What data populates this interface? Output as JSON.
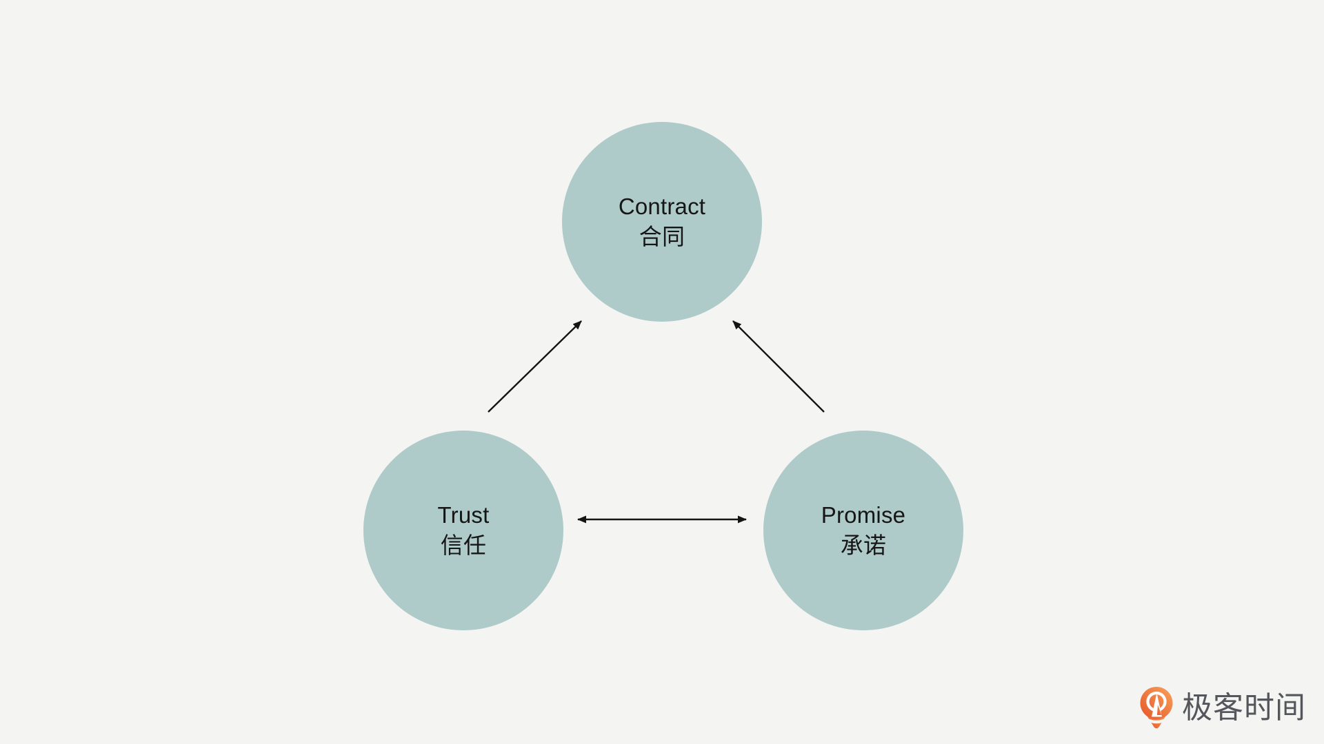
{
  "page": {
    "background_color": "#f4f5f2"
  },
  "diagram": {
    "node_fill_color": "#aecbca",
    "node_text_color": "#161616",
    "arrow_color": "#141414",
    "nodes": [
      {
        "id": "contract",
        "label_en": "Contract",
        "label_zh": "合同",
        "position": "top-center"
      },
      {
        "id": "trust",
        "label_en": "Trust",
        "label_zh": "信任",
        "position": "bottom-left"
      },
      {
        "id": "promise",
        "label_en": "Promise",
        "label_zh": "承诺",
        "position": "bottom-right"
      }
    ],
    "edges": [
      {
        "from": "trust",
        "to": "contract",
        "direction": "one-way"
      },
      {
        "from": "promise",
        "to": "contract",
        "direction": "one-way"
      },
      {
        "from": "trust",
        "to": "promise",
        "direction": "two-way"
      }
    ]
  },
  "branding": {
    "logo_text": "极客时间",
    "logo_text_color": "#55565b",
    "logo_icon_name": "geektime-pin-icon",
    "logo_orange_light": "#f9a259",
    "logo_orange_dark": "#e4552a"
  }
}
